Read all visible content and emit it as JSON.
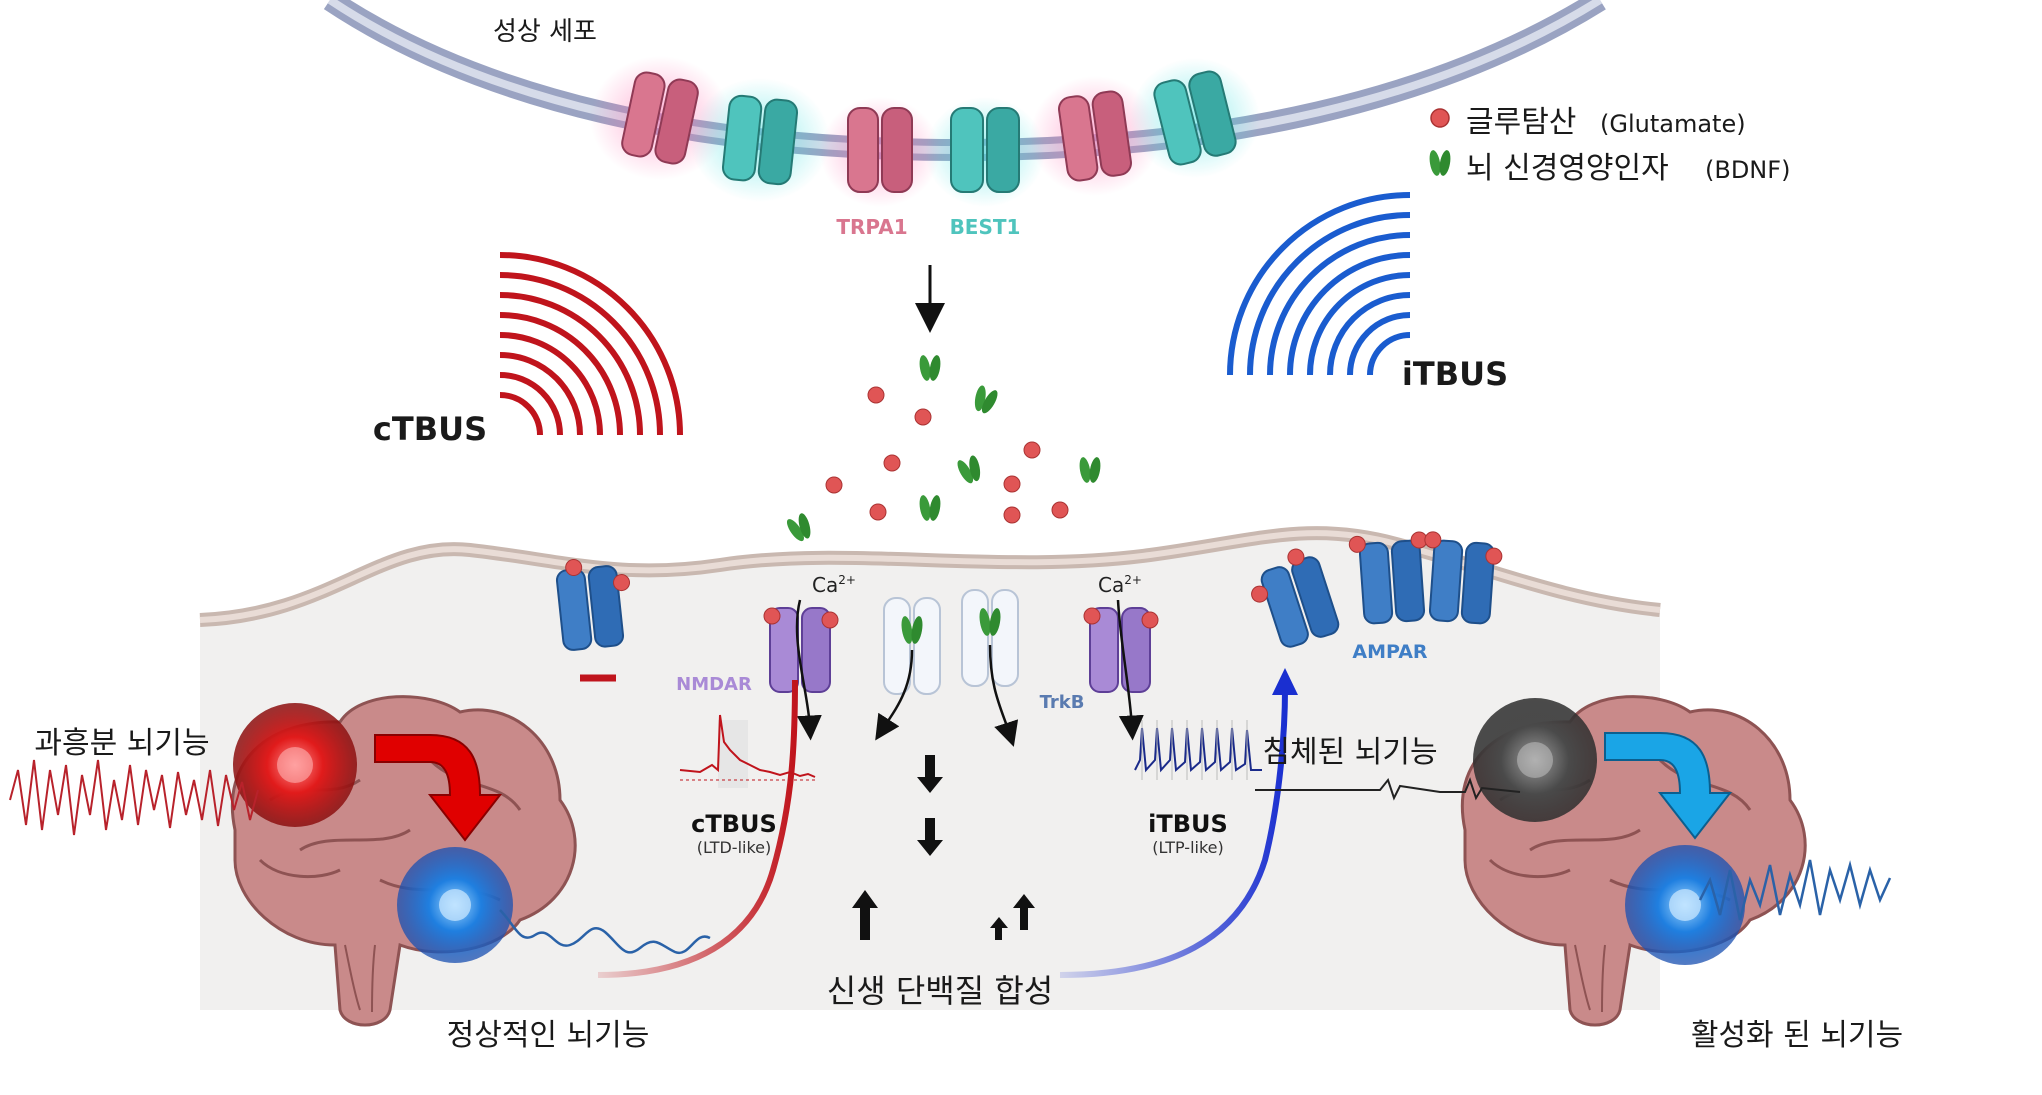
{
  "astrocyte": {
    "label": "성상 세포",
    "channel_a": "TRPA1",
    "channel_b": "BEST1"
  },
  "legend": {
    "glutamate_kor": "글루탐산",
    "glutamate_eng": "(Glutamate)",
    "bdnf_kor": "뇌 신경영양인자",
    "bdnf_eng": "(BDNF)"
  },
  "stimuli": {
    "left": "cTBUS",
    "right": "iTBUS"
  },
  "receptors": {
    "nmdar": "NMDAR",
    "trkb": "TrkB",
    "ampar": "AMPAR",
    "calcium": "Ca",
    "calcium_sup": "2+"
  },
  "traces": {
    "left_title": "cTBUS",
    "left_sub": "(LTD-like)",
    "right_title": "iTBUS",
    "right_sub": "(LTP-like)"
  },
  "center": {
    "synthesis": "신생 단백질 합성"
  },
  "brains": {
    "left_top": "과흥분 뇌기능",
    "left_bottom": "정상적인 뇌기능",
    "right_top": "침체된 뇌기능",
    "right_bottom": "활성화 된 뇌기능"
  },
  "colors": {
    "ctbus_red": "#c0141c",
    "itbus_blue": "#1a5ccf",
    "trpa1_pink": "#d9768f",
    "best1_teal": "#4fc4bd",
    "nmdar_purple": "#a98ad6",
    "ampar_blue": "#3f7ec6",
    "glutamate": "#e05555",
    "bdnf_green": "#3a9a3a"
  }
}
